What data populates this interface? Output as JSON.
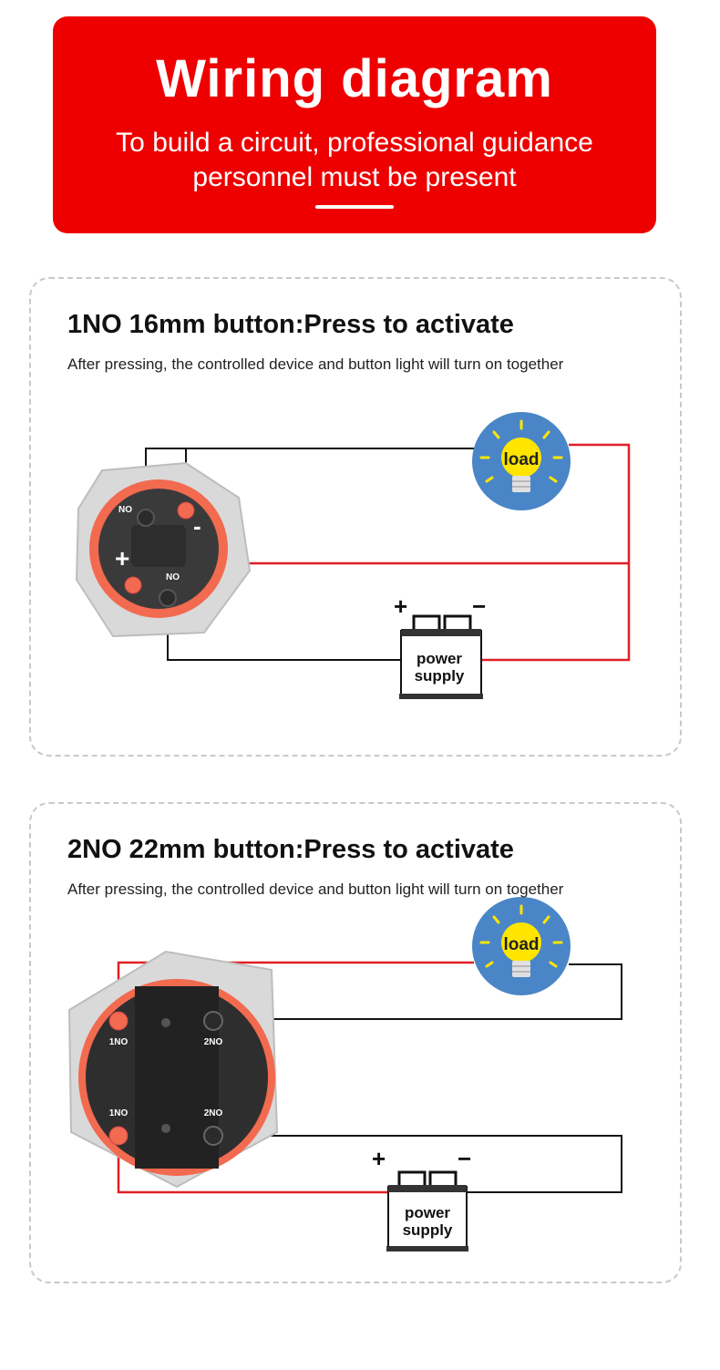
{
  "banner": {
    "title": "Wiring diagram",
    "subtitle_line1": "To build a circuit, professional guidance",
    "subtitle_line2": "personnel must be present"
  },
  "cards": [
    {
      "title": "1NO 16mm button:Press to activate",
      "description": "After pressing, the controlled device and button light will turn on together",
      "load_label": "load",
      "supply_line1": "power",
      "supply_line2": "supply",
      "plus": "+",
      "minus": "−",
      "terminal_no": "NO",
      "button_plus": "+",
      "button_minus": "-"
    },
    {
      "title": "2NO 22mm button:Press to activate",
      "description": "After pressing, the controlled device and button light will turn on together",
      "load_label": "load",
      "supply_line1": "power",
      "supply_line2": "supply",
      "plus": "+",
      "minus": "−",
      "terminal_1no": "1NO",
      "terminal_2no": "2NO"
    }
  ],
  "colors": {
    "banner": "#ee0000",
    "wire_red": "#e01f26",
    "wire_black": "#111111",
    "load_circle": "#4a86c7",
    "bulb": "#ffe500",
    "button_ring": "#f26a4f"
  }
}
